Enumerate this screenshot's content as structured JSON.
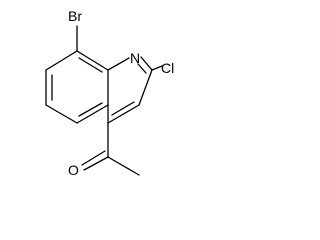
{
  "molecule": {
    "atoms": {
      "bromine": "Br",
      "chlorine": "Cl",
      "nitrogen": "N",
      "oxygen": "O"
    }
  },
  "colors": {
    "bond": "#000000",
    "text": "#000000",
    "background": "#ffffff"
  }
}
